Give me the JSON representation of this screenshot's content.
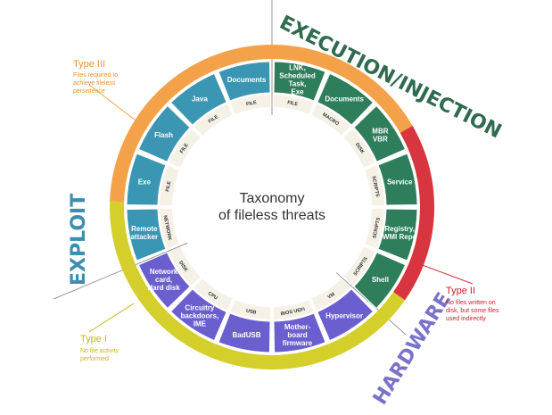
{
  "center": {
    "line1": "Taxonomy",
    "line2": "of fileless threats"
  },
  "categories": {
    "execution": "EXECUTION/INJECTION",
    "exploit": "EXPLOIT",
    "hardware": "HARDWARE"
  },
  "types": {
    "type3": {
      "title": "Type III",
      "desc": [
        "Files required to",
        "achieve fileless",
        "persistence"
      ]
    },
    "type2": {
      "title": "Type II",
      "desc": [
        "No files written on",
        "disk, but some files",
        "used indirectly"
      ]
    },
    "type1": {
      "title": "Type I",
      "desc": [
        "No file activity",
        "performed"
      ]
    }
  },
  "segments": [
    {
      "lines": [
        "LNK,",
        "Scheduled",
        "Task,",
        "Exe"
      ],
      "tag": "FILE",
      "color": "green"
    },
    {
      "lines": [
        "Documents"
      ],
      "tag": "MACRO",
      "color": "green"
    },
    {
      "lines": [
        "MBR",
        "VBR"
      ],
      "tag": "DISK",
      "color": "green"
    },
    {
      "lines": [
        "Service"
      ],
      "tag": "SCRIPTS",
      "color": "green"
    },
    {
      "lines": [
        "Registry,",
        "WMI Repo"
      ],
      "tag": "SCRIPTS",
      "color": "green"
    },
    {
      "lines": [
        "Shell"
      ],
      "tag": "SCRIPTS",
      "color": "green"
    },
    {
      "lines": [
        "Hypervisor"
      ],
      "tag": "VM",
      "color": "purple"
    },
    {
      "lines": [
        "Mother-",
        "board",
        "firmware"
      ],
      "tag": "BIOS UEFI",
      "color": "purple"
    },
    {
      "lines": [
        "BadUSB"
      ],
      "tag": "USB",
      "color": "purple"
    },
    {
      "lines": [
        "Circuitry",
        "backdoors,",
        "IME"
      ],
      "tag": "CPU",
      "color": "purple"
    },
    {
      "lines": [
        "Network",
        "card,",
        "Hard disk"
      ],
      "tag": "DISK",
      "color": "purple"
    },
    {
      "lines": [
        "Remote",
        "attacker"
      ],
      "tag": "NETWORK",
      "color": "blue"
    },
    {
      "lines": [
        "Exe"
      ],
      "tag": "FILE",
      "color": "blue"
    },
    {
      "lines": [
        "Flash"
      ],
      "tag": "FILE",
      "color": "blue"
    },
    {
      "lines": [
        "Java"
      ],
      "tag": "FILE",
      "color": "blue"
    },
    {
      "lines": [
        "Documents"
      ],
      "tag": "FILE",
      "color": "blue"
    }
  ],
  "colors": {
    "green": "#2e7d5b",
    "purple": "#6b5fcf",
    "blue": "#3a96b3",
    "orange": "#f4a24a",
    "red": "#d7353f",
    "yellow": "#d4cf2a",
    "execution_text": "#2e6b4f",
    "exploit_text": "#3a8fb0",
    "hardware_text": "#7a72c9",
    "type3_text": "#f0922f",
    "type2_text": "#c8202f",
    "type1_text": "#c6b71b"
  }
}
